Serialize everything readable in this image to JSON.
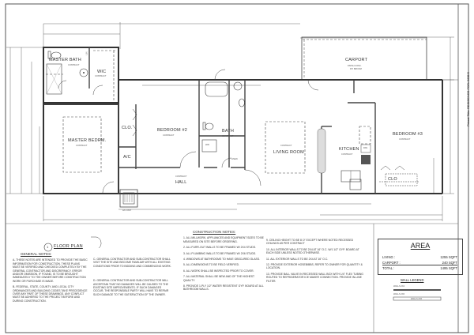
{
  "sheet": {
    "title_block_text": "Priced Title: RESIDENCE FOR: BOB'S"
  },
  "rooms": {
    "master_bath": {
      "label": "MASTER BATH",
      "sub": "CONTRACT"
    },
    "wic": {
      "label": "WIC",
      "sub": "CONTRACT"
    },
    "lin_master": {
      "label": "LIN"
    },
    "master_bedroom": {
      "label": "MASTER BEDRM.",
      "sub": "CONTRACT"
    },
    "clo_master": {
      "label": "CLO."
    },
    "ac": {
      "label": "A/C"
    },
    "bedroom2": {
      "label": "BEDROOM #2",
      "sub": "CONTRACT"
    },
    "bath": {
      "label": "BATH",
      "sub": "CONTRACT"
    },
    "linen": {
      "label": "LINEN"
    },
    "hall": {
      "label": "HALL",
      "sub": "CONTRACT"
    },
    "living_room": {
      "label": "LIVING ROOM",
      "sub": "CONTRACT"
    },
    "kitchen": {
      "label": "KITCHEN",
      "sub": "CONTRACT"
    },
    "pan": {
      "label": "PAN"
    },
    "bedroom3": {
      "label": "BEDROOM #3",
      "sub": "CONTRACT"
    },
    "clo_bed3": {
      "label": "CLO"
    },
    "carport": {
      "label": "CARPORT",
      "sub1": "FINISH CONC.",
      "sub2": "P.P. BROOM"
    },
    "ac_unit": {
      "label": "A/C UNIT"
    },
    "wd": {
      "label": "W/D"
    }
  },
  "floor_plan_title": {
    "number": "1",
    "label": "FLOOR PLAN"
  },
  "general_notes": {
    "heading": "GENERAL NOTES:",
    "items": [
      "A- THESE NOTES ARE INTENDED TO PROVIDE THE BASIC INFORMATION FOR CONSTRUCTION. THESE PLANS MUST BE VERIFIED AND CHECKED COMPLETELY BY THE GENERAL CONTRACTOR AND DISCREPANCY, ERROR AND/OR OMISSION, IF FOUND, IS TO BE BROUGHT IMMEDIATELY TO THE OWNER BEFORE CONSTRUCTION WORK OR PURCHASE IS MADE.",
      "B- FEDERAL, STATE, COUNTY, AND LOCAL CITY ORDINANCES AND BUILDING CODES TAKE PRECEDENCE OVER ANY PART OF THESE DRAWINGS. ANY CONFLICT MUST BE ADHERED TO THE PROJECT BEFORE AND DURING CONSTRUCTION.",
      "C- GENERAL CONTRACTOR AND SUB-CONTRACTOR SHALL VISIT THE SITE AND BECOME FAMILIAR WITH ALL EXISTING CONDITIONS PRIOR TO BIDDING AND COMMENCING WORK.",
      "D- GENERAL CONTRACTOR AND SUB-CONTRACTOR WILL ASCERTAIN THAT NO DAMAGES WILL BE CAUSED TO THE EXISTING SITE IMPROVEMENTS. IF SUCH DAMAGES OCCUR, THE RESPONSIBLE PARTY WILL HAVE TO REPAIR SUCH DAMAGE TO THE SATISFACTION OF THE OWNER."
    ]
  },
  "construction_notes": {
    "heading": "CONSTRUCTION NOTES:",
    "items": [
      "1. ALL MILLWORK, APPLIANCES AND EQUIPMENT SIZES TO BE MEASURED ON SITE BEFORE ORDERING.",
      "2. ALL FURR-OUT WALLS TO BE FRAMED W/ 2X4 STUDS.",
      "3. ALL PLUMBING WALLS TO BE FRAMED W/ 2X6 STUDS.",
      "4. WINDOWS AT BATHROOMS TO HAVE OBSCURED GLASS.",
      "5. ALL DIMENSIONS TO BE FIELD VERIFIED.",
      "6. ALL WORK SHALL BE INSPECTED PRIOR TO COVER.",
      "7. ALL MATERIAL SHALL BE NEW AND OF THE HIGHEST QUALITY.",
      "8. PROVIDE 1-PLY 1/2\" WATER RESISTENT GYP. BOARD AT ALL BATHROOM WALLS.",
      "9. CEILING HEIGHT TO BE 8'-0\" EXCEPT WHERE NOTED RECESSED CEILINGS AS PER CONTRACT",
      "10. ALL INTERIOR WALLS TO BE 2X4 AT 16\" O.C. W/1 1/2\" GYP. BOARD AT EACH SIDE UNLESS NOTED OTHERWISE.",
      "11. ALL EXTERIOR WALLS TO BE 2X4 AT 16\" O.C.",
      "12. PROVIDE EXTERIOR HOSEBIBBS, REFER TO OWNER FOR QUANTITY & LOCATION.",
      "13. PROVIDE BALL VALVE IN RECESSED WALL BOX WITH 1/4\" FLEX TUBING ROUTED TO REFRIGERATOR ICE MAKER CONNECTION. PROVIDE IN-LINE FILTER."
    ]
  },
  "area": {
    "title": "AREA",
    "rows": [
      {
        "label": "LIVING :",
        "value": "1255 SQFT"
      },
      {
        "label": "CARPORT :",
        "value": "240 SQFT"
      },
      {
        "label": "TOTAL :",
        "value": "1495 SQFT"
      }
    ]
  },
  "wall_legend": {
    "title": "WALL LEGEND",
    "items": [
      {
        "label": "WALLS 2X4"
      },
      {
        "label": "WALLS 2X6",
        "inner": "WALLS 2X6"
      }
    ]
  }
}
